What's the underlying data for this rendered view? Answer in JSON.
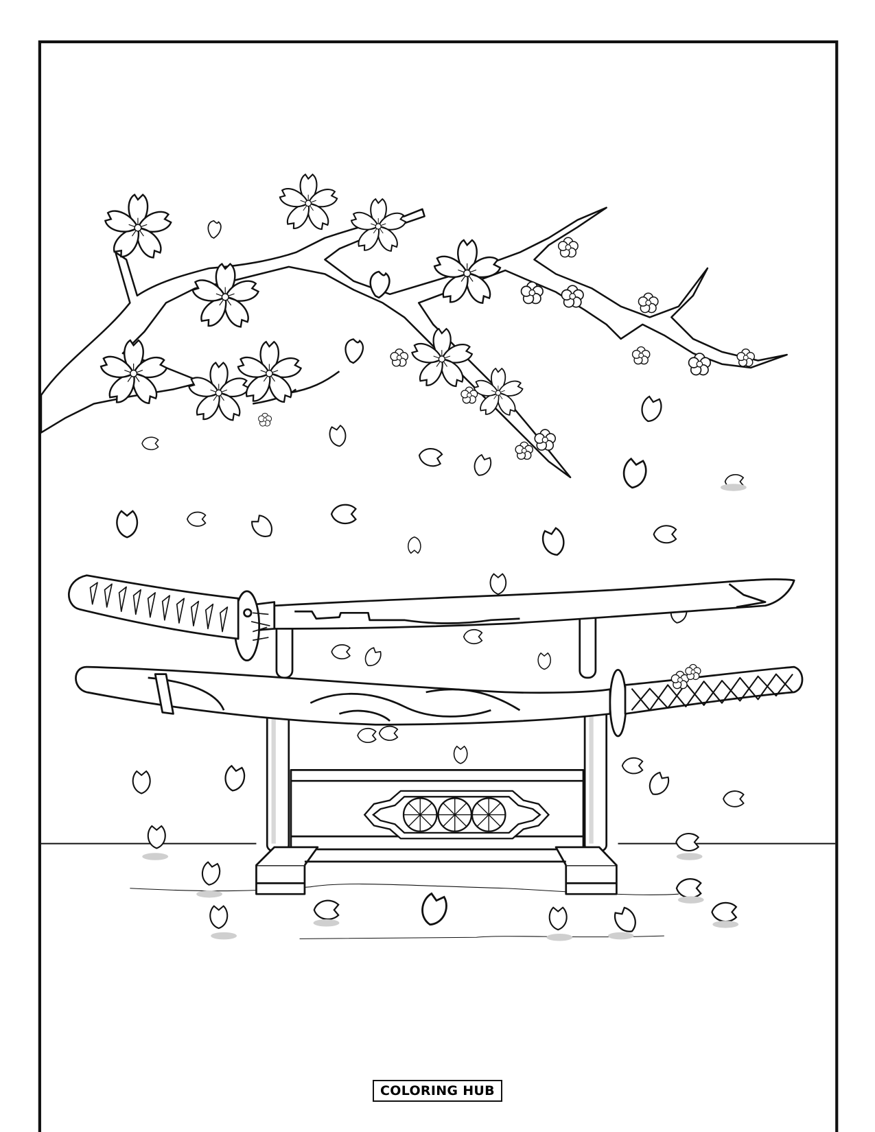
{
  "page": {
    "type": "coloring-page",
    "subject": "Katana swords on a stand under a cherry blossom branch with falling petals"
  },
  "logo": {
    "text": "COLORING HUB"
  },
  "colors": {
    "line": "#111111",
    "background": "#ffffff",
    "shadow": "#c8c8c8"
  },
  "illustration": {
    "elements": [
      "cherry-blossom-branch",
      "cherry-blossoms",
      "falling-petals",
      "upper-katana",
      "lower-katana",
      "sword-stand",
      "stand-emblem",
      "floor-line"
    ]
  }
}
